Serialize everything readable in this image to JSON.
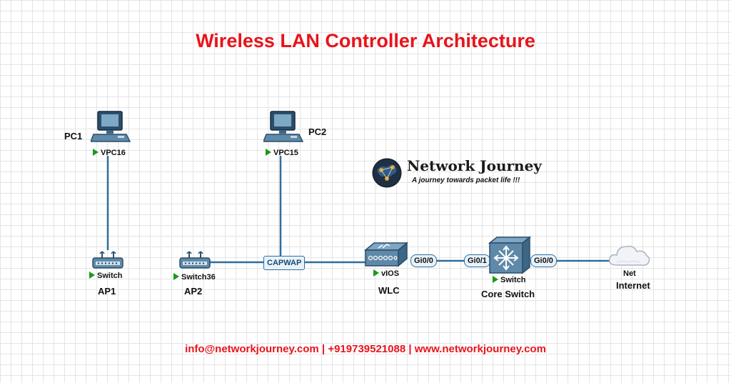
{
  "title": "Wireless LAN Controller Architecture",
  "brand": {
    "name": "Network Journey",
    "tagline": "A journey towards packet life !!!"
  },
  "nodes": {
    "pc1": {
      "name": "PC1",
      "node": "VPC16"
    },
    "pc2": {
      "name": "PC2",
      "node": "VPC15"
    },
    "ap1": {
      "name": "AP1",
      "node": "Switch"
    },
    "ap2": {
      "name": "AP2",
      "node": "Switch36"
    },
    "wlc": {
      "name": "WLC",
      "node": "vIOS"
    },
    "core": {
      "name": "Core Switch",
      "node": "Switch"
    },
    "internet": {
      "name": "Internet",
      "node": "Net"
    }
  },
  "links": {
    "capwap": "CAPWAP",
    "wlc_port": "Gi0/0",
    "core_port_wlc": "Gi0/1",
    "core_port_net": "Gi0/0"
  },
  "contact": {
    "email": "info@networkjourney.com",
    "sep1": " | ",
    "phone": "+919739521088",
    "sep2": " | ",
    "website": "www.networkjourney.com"
  },
  "colors": {
    "title": "#e8141b",
    "link": "#2f6e9c",
    "status": "#1a9a1a"
  }
}
